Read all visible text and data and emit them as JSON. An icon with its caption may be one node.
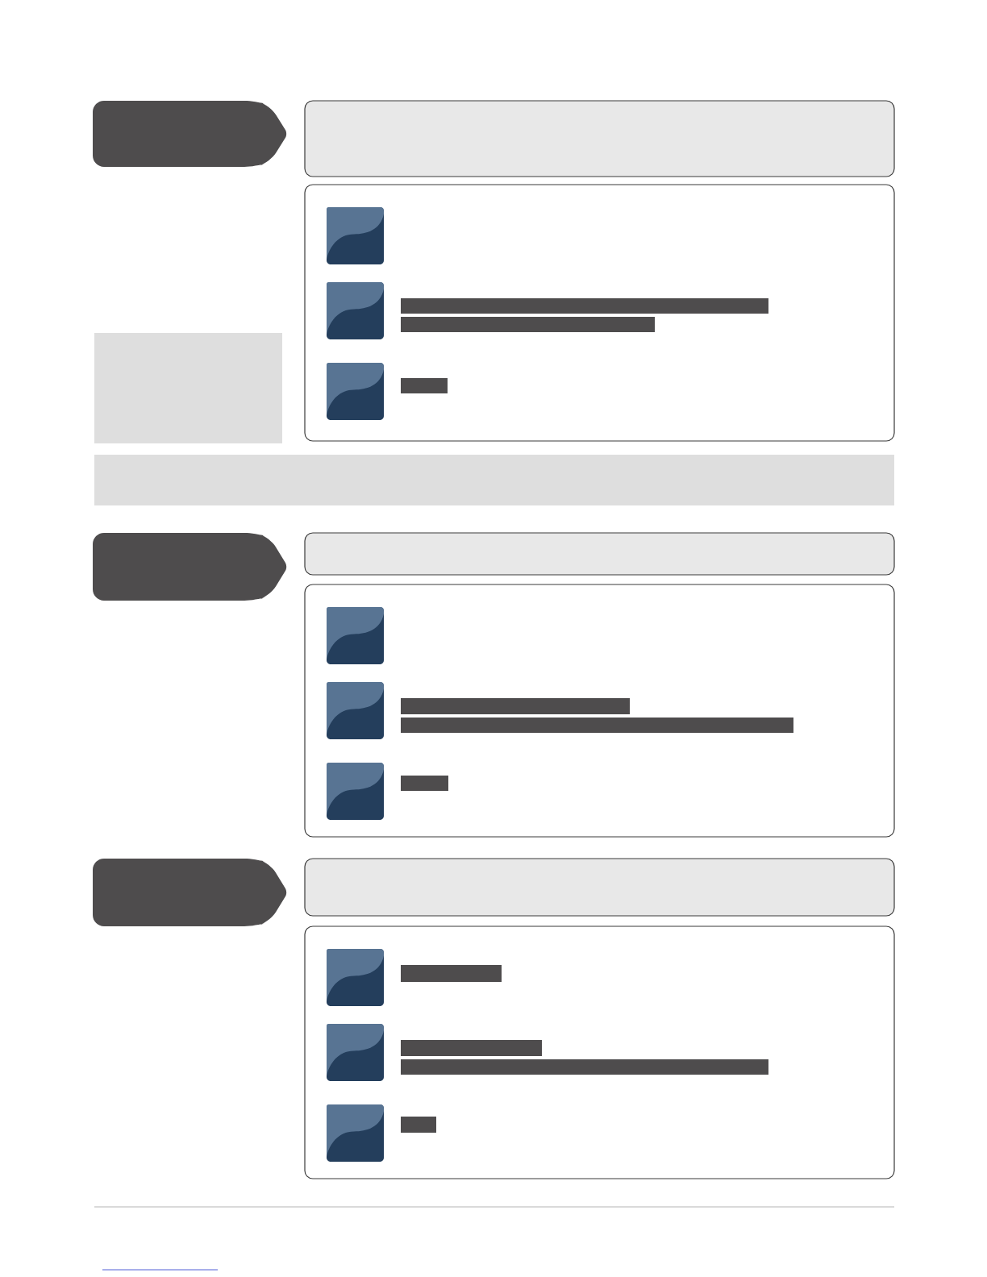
{
  "diagram": {
    "nodes": [
      {
        "text": [],
        "shape": "tag"
      },
      {
        "text": [],
        "shape": "box"
      },
      {
        "text": [],
        "shape": "box"
      },
      {
        "text": [],
        "shape": "box",
        "in": 2
      },
      {
        "text": [],
        "shape": "box",
        "in": 2
      },
      {
        "text": [],
        "shape": "box",
        "in": 2
      },
      {
        "text": [],
        "shape": "block"
      },
      {
        "text": [],
        "shape": "block"
      },
      {
        "text": [],
        "shape": "tag"
      },
      {
        "text": [],
        "shape": "box"
      },
      {
        "text": [],
        "shape": "box"
      },
      {
        "text": [],
        "shape": "box",
        "in": 10
      },
      {
        "text": [],
        "shape": "box",
        "in": 10
      },
      {
        "text": [],
        "shape": "box",
        "in": 10
      },
      {
        "text": [],
        "shape": "tag"
      },
      {
        "text": [],
        "shape": "box"
      },
      {
        "text": [],
        "shape": "box"
      },
      {
        "text": [],
        "shape": "box",
        "in": 16
      },
      {
        "text": [],
        "shape": "box",
        "in": 16
      },
      {
        "text": [],
        "shape": "box",
        "in": 16
      }
    ]
  }
}
